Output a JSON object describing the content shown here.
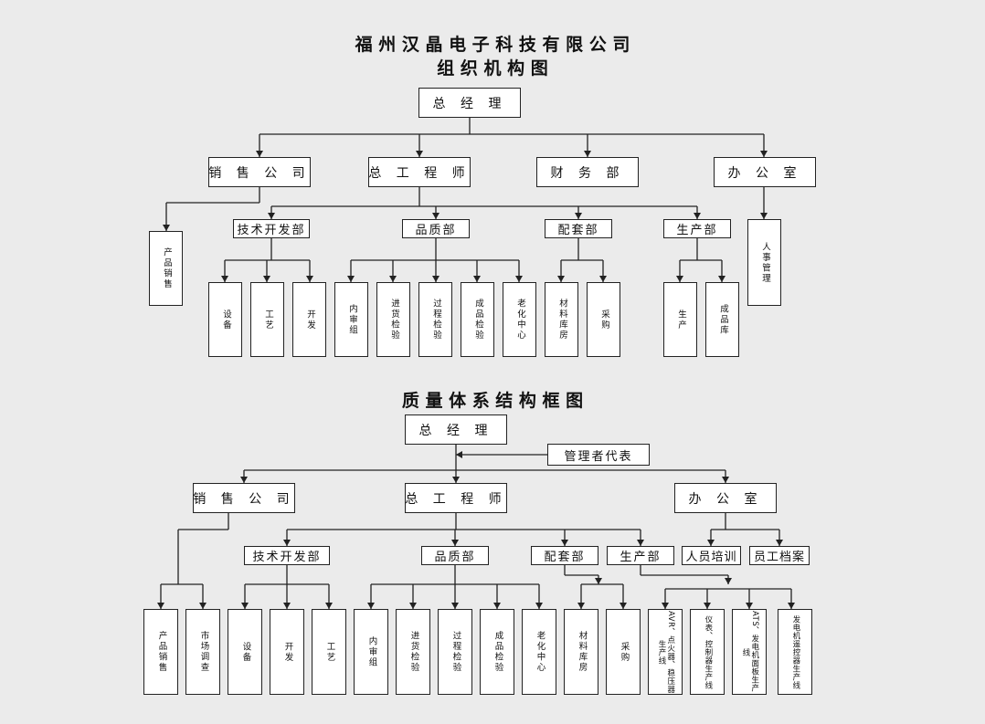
{
  "org": {
    "title1": "福 州 汉 晶 电 子 科 技 有 限 公 司",
    "title2": "组 织 机 构 图",
    "gm": "总 经 理",
    "sales": "销 售 公 司",
    "chief_engineer": "总 工 程 师",
    "finance": "财 务 部",
    "office": "办 公 室",
    "tech_dev": "技术开发部",
    "quality": "品质部",
    "supply": "配套部",
    "production": "生产部",
    "product_sales": "产品销售",
    "hr": "人事管理",
    "leaves": [
      "设备",
      "工艺",
      "开发",
      "内审组",
      "进货检验",
      "过程检验",
      "成品检验",
      "老化中心",
      "材料库房",
      "采购",
      "生产",
      "成品库"
    ]
  },
  "qms": {
    "title": "质 量 体 系 结 构 框 图",
    "gm": "总 经 理",
    "mgmt_rep": "管理者代表",
    "sales": "销 售 公 司",
    "chief_engineer": "总 工 程 师",
    "office": "办 公 室",
    "tech_dev": "技术开发部",
    "quality": "品质部",
    "supply": "配套部",
    "production": "生产部",
    "training": "人员培训",
    "staff_files": "员工档案",
    "leaves": [
      "产品销售",
      "市场调查",
      "设备",
      "开发",
      "工艺",
      "内审组",
      "进货检验",
      "过程检验",
      "成品检验",
      "老化中心",
      "材料库房",
      "采购",
      "AVR、点火器、稳压器生产线",
      "仪表、控制器生产线",
      "ATS、发电机面板生产线",
      "发电机遥控器生产线"
    ]
  }
}
